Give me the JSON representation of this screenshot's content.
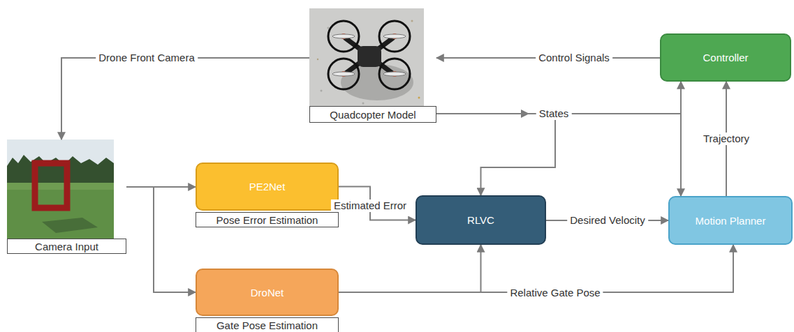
{
  "diagram": {
    "nodes": [
      {
        "text": [
          "Quadcopter Model"
        ]
      },
      {
        "text": [
          "Controller"
        ]
      },
      {
        "text": [
          "Camera Input"
        ]
      },
      {
        "text": [
          "PE2Net",
          "Pose Error Estimation"
        ]
      },
      {
        "text": [
          "RLVC"
        ]
      },
      {
        "text": [
          "Motion Planner"
        ]
      },
      {
        "text": [
          "DroNet",
          "Gate Pose Estimation"
        ]
      }
    ],
    "edges": [
      {
        "from": 1,
        "to": 0,
        "label": "Control Signals",
        "arrow": "to"
      },
      {
        "from": 0,
        "to": 2,
        "label": "Drone Front Camera",
        "arrow": "to"
      },
      {
        "from": 0,
        "to": 1,
        "label": "States",
        "arrow": "to"
      },
      {
        "from": 0,
        "to": 4,
        "arrow": "to"
      },
      {
        "from": 0,
        "to": 5,
        "arrow": "to"
      },
      {
        "from": 2,
        "to": 3,
        "arrow": "to"
      },
      {
        "from": 2,
        "to": 6,
        "arrow": "to"
      },
      {
        "from": 3,
        "to": 4,
        "label": "Estimated Error",
        "arrow": "to"
      },
      {
        "from": 6,
        "to": 4,
        "arrow": "to"
      },
      {
        "from": 6,
        "to": 5,
        "label": "Relative Gate Pose",
        "arrow": "to"
      },
      {
        "from": 4,
        "to": 5,
        "label": "Desired Velocity",
        "arrow": "to"
      },
      {
        "from": 5,
        "to": 1,
        "label": "Trajectory",
        "arrow": "to"
      }
    ]
  }
}
